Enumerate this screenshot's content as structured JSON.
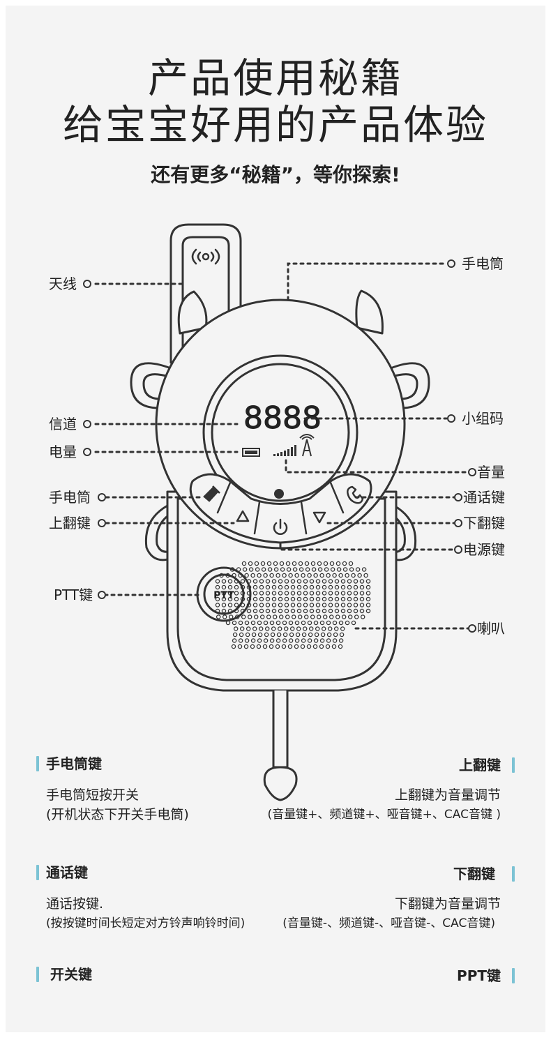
{
  "header": {
    "title_line1": "产品使用秘籍",
    "title_line2": "给宝宝好用的产品体验",
    "subtitle": "还有更多“秘籍”，等你探索!"
  },
  "device": {
    "display_digits": "8888",
    "ptt_label": "PTT"
  },
  "callouts": {
    "antenna": "天线",
    "flashlight_top": "手电筒",
    "channel": "信道",
    "group_code": "小组码",
    "battery": "电量",
    "volume": "音量",
    "flashlight": "手电筒",
    "call_key": "通话键",
    "up_key": "上翻键",
    "down_key": "下翻键",
    "power_key": "电源键",
    "ptt_key": "PTT键",
    "speaker": "喇叭"
  },
  "features": {
    "flashlight": {
      "title": "手电筒键",
      "line1": "手电筒短按开关",
      "line2": "(开机状态下开关手电筒)"
    },
    "up": {
      "title": "上翻键",
      "line1": "上翻键为音量调节",
      "line2": "(音量键+、频道键+、哑音键+、CAC音键 )"
    },
    "call": {
      "title": "通话键",
      "line1": "通话按键.",
      "line2": "(按按键时间长短定对方铃声响铃时间)"
    },
    "down": {
      "title": "下翻键",
      "line1": "下翻键为音量调节",
      "line2": "(音量键-、频道键-、哑音键-、CAC音键)"
    },
    "power": {
      "title": "开关键"
    },
    "ppt": {
      "title": "PPT键"
    }
  },
  "colors": {
    "accent": "#7cc3d4",
    "line": "#333333",
    "background": "#f4f4f4"
  }
}
